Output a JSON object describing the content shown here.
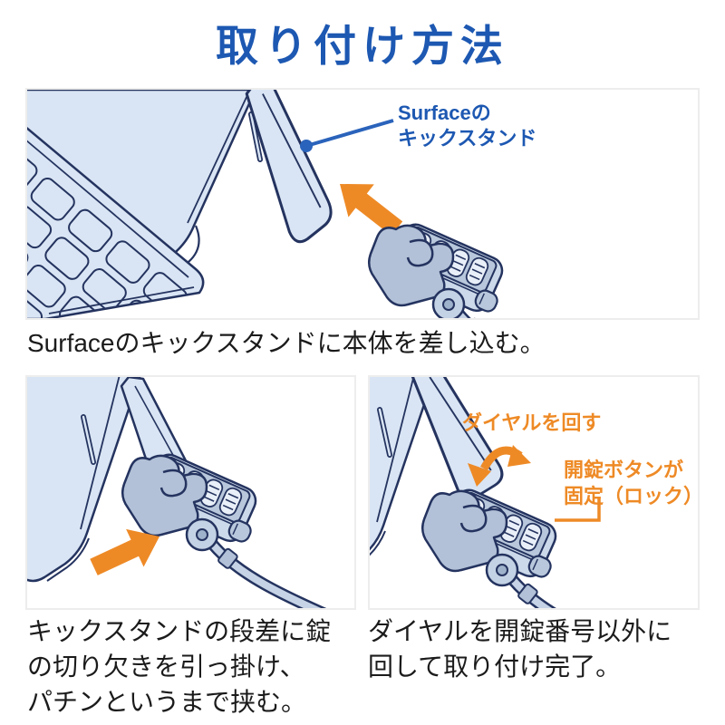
{
  "title": "取り付け方法",
  "colors": {
    "accent_blue": "#1d58b2",
    "accent_orange": "#ee8a26",
    "outline_navy": "#24335f",
    "illustration_fill": "#d9e5f4",
    "lock_body_fill": "#ccd9ea",
    "lock_clamp_fill": "#b2c1d7",
    "panel_border": "#ededed",
    "text": "#1b1b1b"
  },
  "icons": {
    "arrow_up_left": "orange-arrow-icon",
    "arrow_up_right": "orange-arrow-icon",
    "rotate_dial_arrow": "curved-double-arrow-icon",
    "leader_dot": "blue-dot-icon",
    "lock": "combination-lock-illustration",
    "device": "surface-kickstand-illustration"
  },
  "step1": {
    "label_line1": "Surfaceの",
    "label_line2": "キックスタンド",
    "caption": "Surfaceのキックスタンドに本体を差し込む。"
  },
  "step2": {
    "caption_lines": [
      "キックスタンドの段差に錠",
      "の切り欠きを引っ掛け、",
      "パチンというまで挟む。"
    ]
  },
  "step3": {
    "annotation_dial": "ダイヤルを回す",
    "annotation_button_line1": "開錠ボタンが",
    "annotation_button_line2": "固定（ロック）",
    "caption_lines": [
      "ダイヤルを開錠番号以外に",
      "回して取り付け完了。"
    ]
  }
}
